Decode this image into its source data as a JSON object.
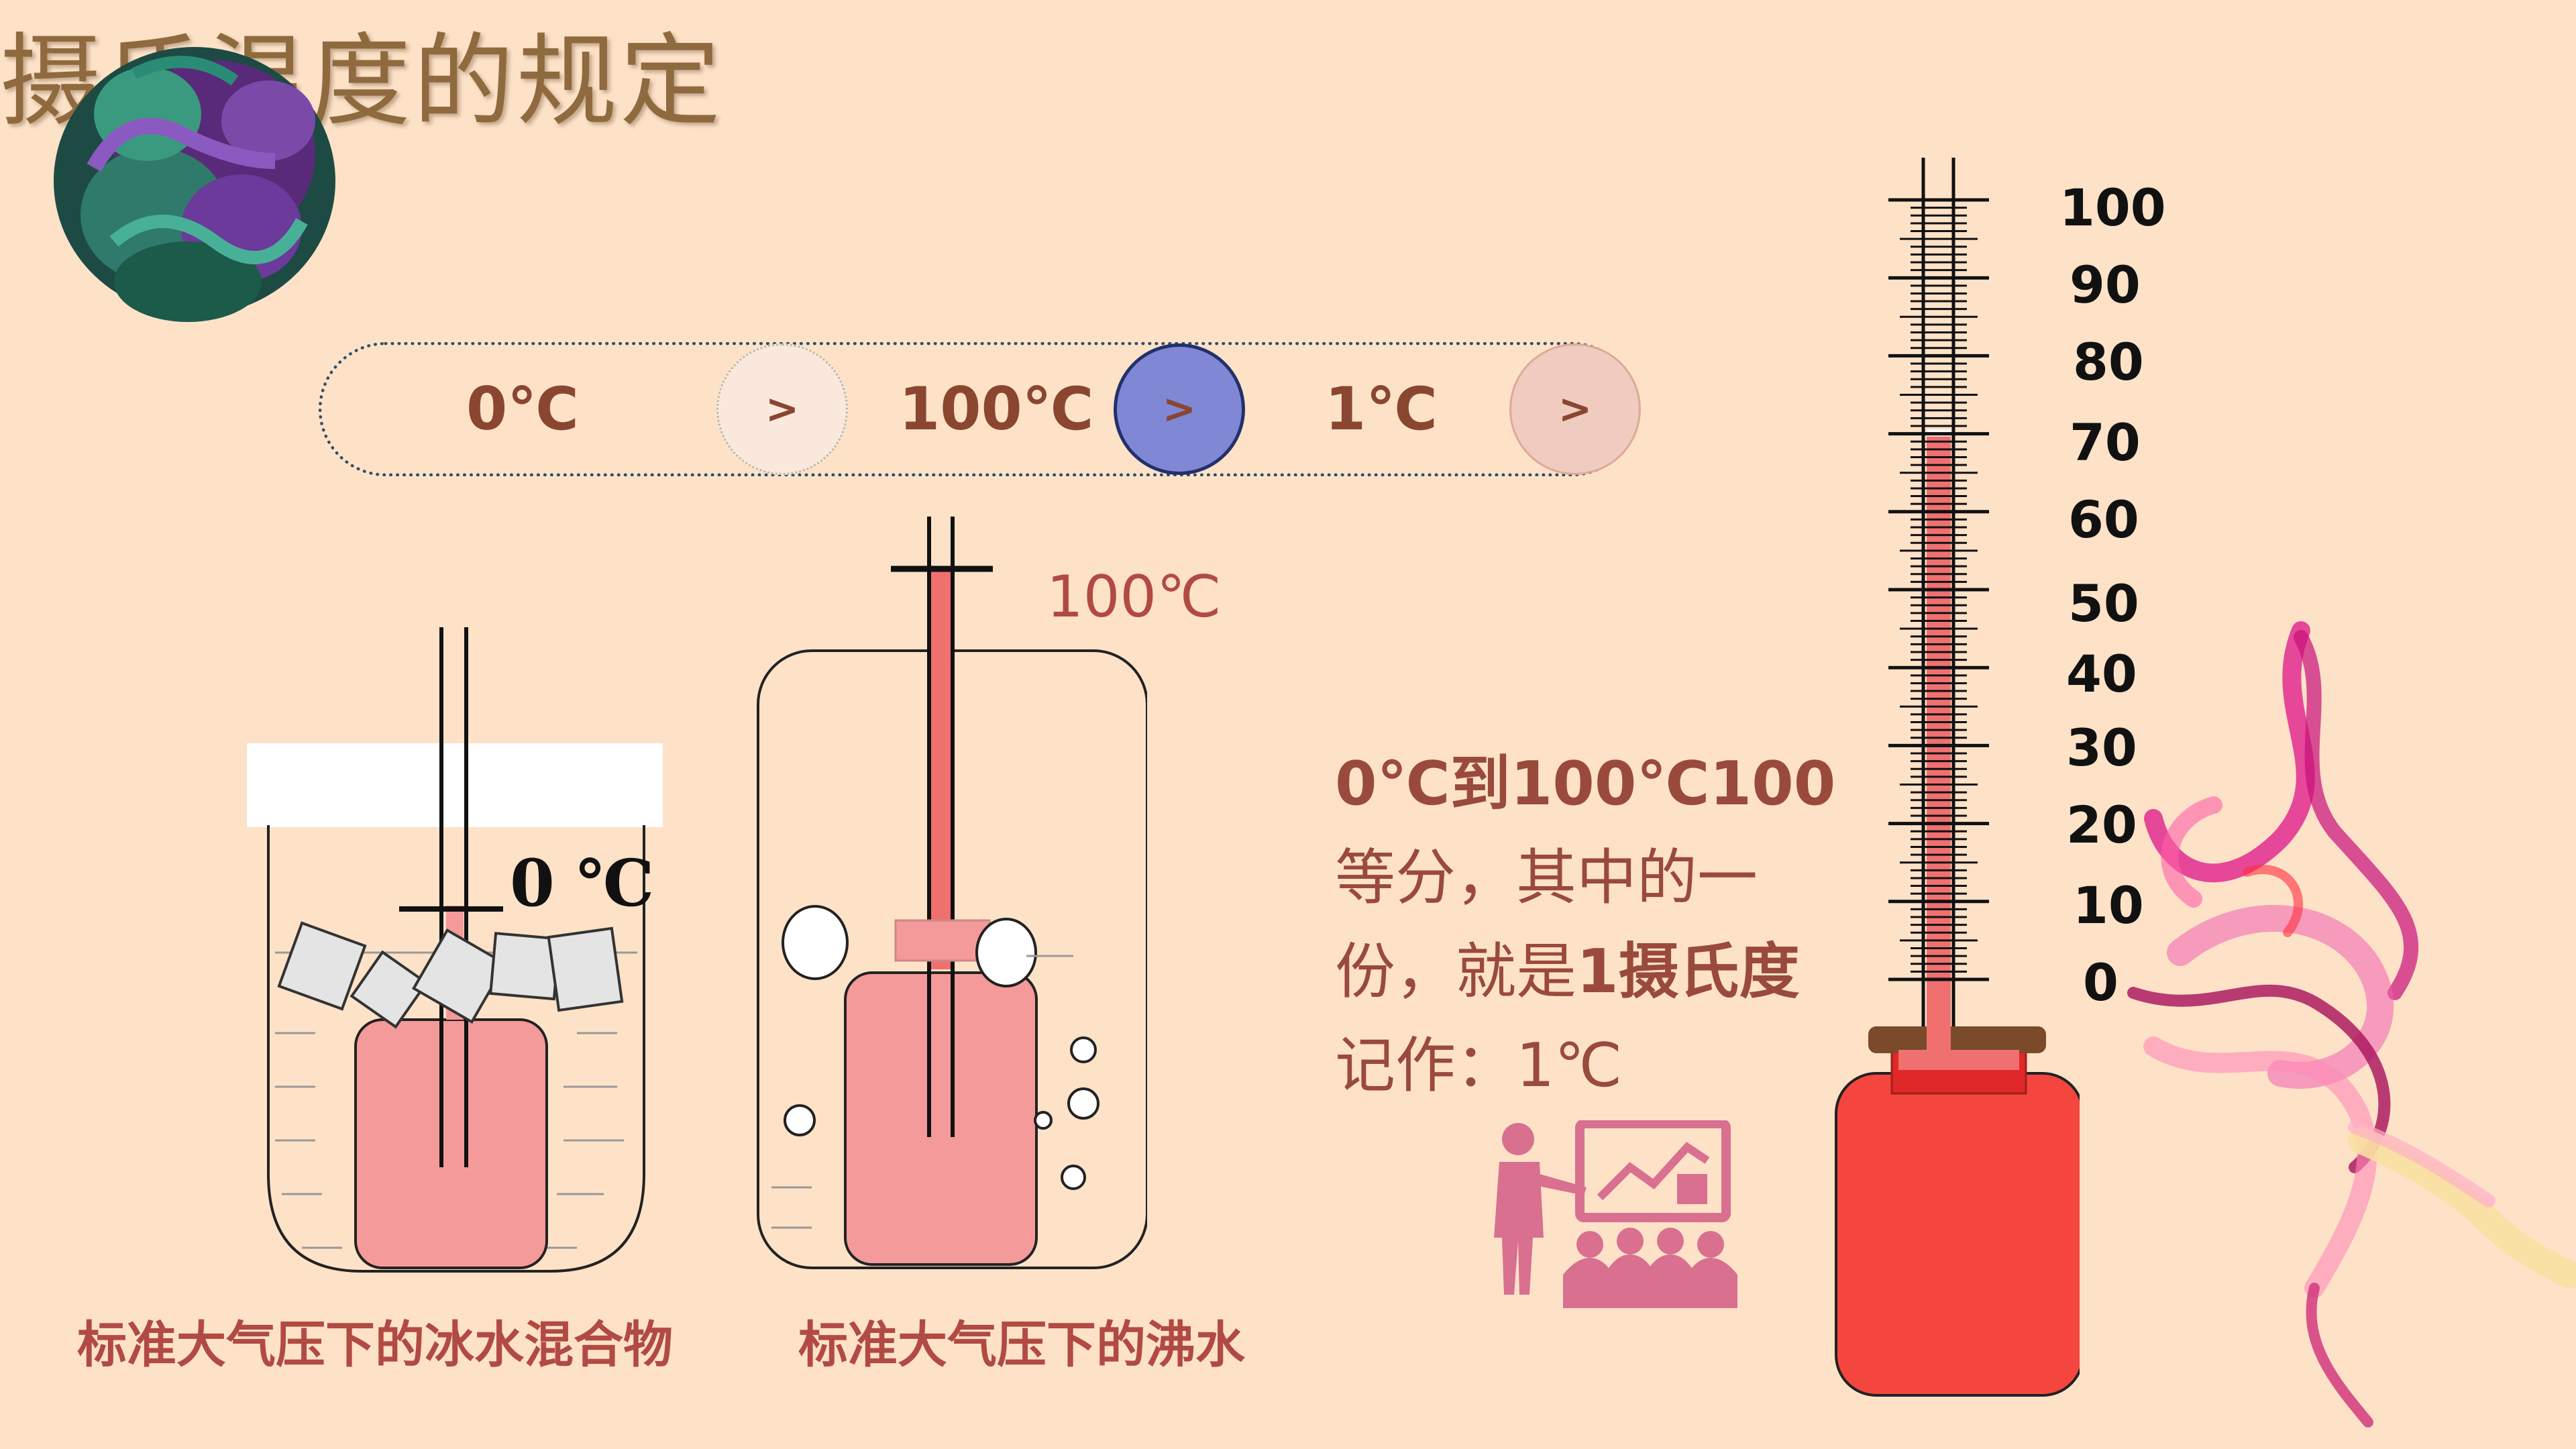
{
  "slide": {
    "title": "摄氏温度的规定",
    "sequence": [
      {
        "label": "0℃"
      },
      {
        "label": "100℃"
      },
      {
        "label": "1℃"
      }
    ],
    "arrow_label": ">",
    "ice_beaker": {
      "reading": "0 ℃",
      "caption": "标准大气压下的冰水混合物"
    },
    "boiling_flask": {
      "reading": "100℃",
      "caption": "标准大气压下的沸水"
    },
    "description": {
      "line1_a": "0℃到",
      "line1_b": "100℃100",
      "line2": "等分，其中的一",
      "line3_a": "份，就是",
      "line3_b": "1摄氏度",
      "line4": "记作：1℃"
    },
    "thermometer": {
      "scale_labels": [
        "100",
        "90",
        "80",
        "70",
        "60",
        "50",
        "40",
        "30",
        "20",
        "10",
        "0"
      ],
      "level": 70
    },
    "colors": {
      "background": "#fde2c8",
      "title": "#8f6a3e",
      "accent_red": "#b24a44",
      "liquid": "#f07070",
      "flask_red": "#f4463e",
      "button_blue": "#8088d6",
      "button_light": "#fbe8dc",
      "button_pink": "#efcbc0"
    },
    "icons": [
      "ink-cloud-decoration",
      "pink-smoke-decoration",
      "presenter-icon"
    ]
  }
}
